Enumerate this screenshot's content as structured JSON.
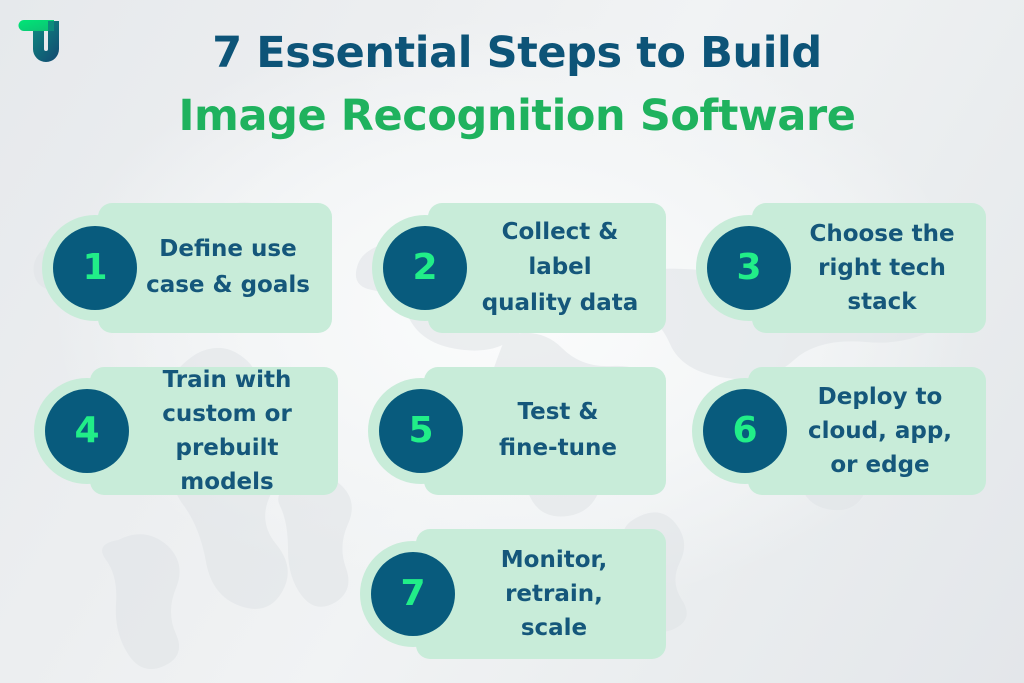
{
  "brand": {
    "logo_icon": "tu-monogram-logo",
    "green": "#17d16a",
    "teal": "#0d5478"
  },
  "header": {
    "title_line_1": "7 Essential Steps to Build",
    "title_line_2": "Image Recognition Software",
    "title_line_1_color": "#0d5478",
    "title_line_2_color": "#1fb25e"
  },
  "background": {
    "watermark_icon": "world-map-watermark",
    "gradient_from": "#e6e9ec",
    "gradient_to": "#e3e6ea"
  },
  "card_style": {
    "fill": "#c8ecd9",
    "circle_fill": "#085b7d",
    "number_color": "#21ee88",
    "text_color": "#15577b"
  },
  "steps": [
    {
      "number": "1",
      "text": "Define use\ncase & goals",
      "lines": 2
    },
    {
      "number": "2",
      "text": "Collect & label\nquality data",
      "lines": 2
    },
    {
      "number": "3",
      "text": "Choose the\nright tech\nstack",
      "lines": 3
    },
    {
      "number": "4",
      "text": "Train with\ncustom or\nprebuilt models",
      "lines": 3
    },
    {
      "number": "5",
      "text": "Test &\nfine-tune",
      "lines": 2
    },
    {
      "number": "6",
      "text": "Deploy to\ncloud, app,\nor edge",
      "lines": 3
    },
    {
      "number": "7",
      "text": "Monitor,\nretrain,\nscale",
      "lines": 3
    }
  ]
}
